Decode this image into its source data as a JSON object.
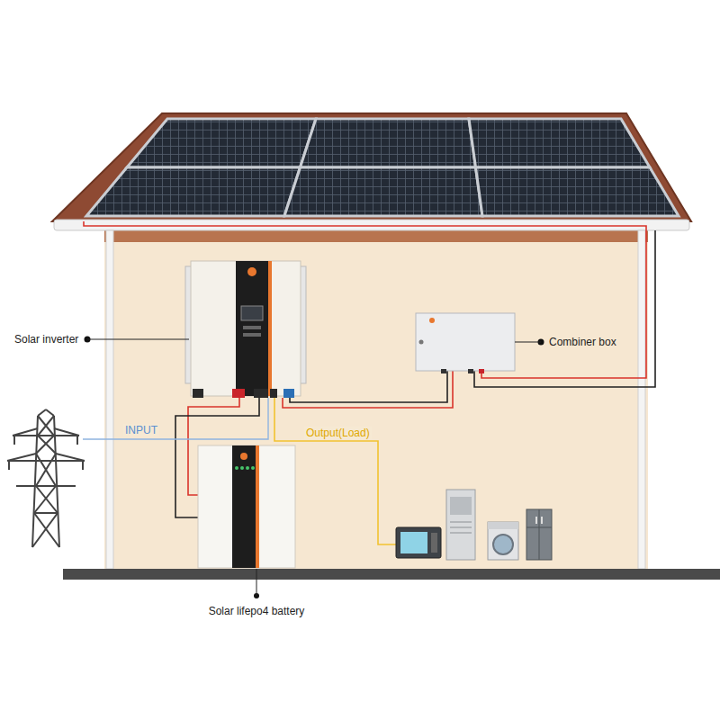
{
  "diagram": {
    "labels": [
      "Solar inverter",
      "Combiner box",
      "INPUT",
      "Output(Load)",
      "Solar lifepo4 battery"
    ]
  }
}
